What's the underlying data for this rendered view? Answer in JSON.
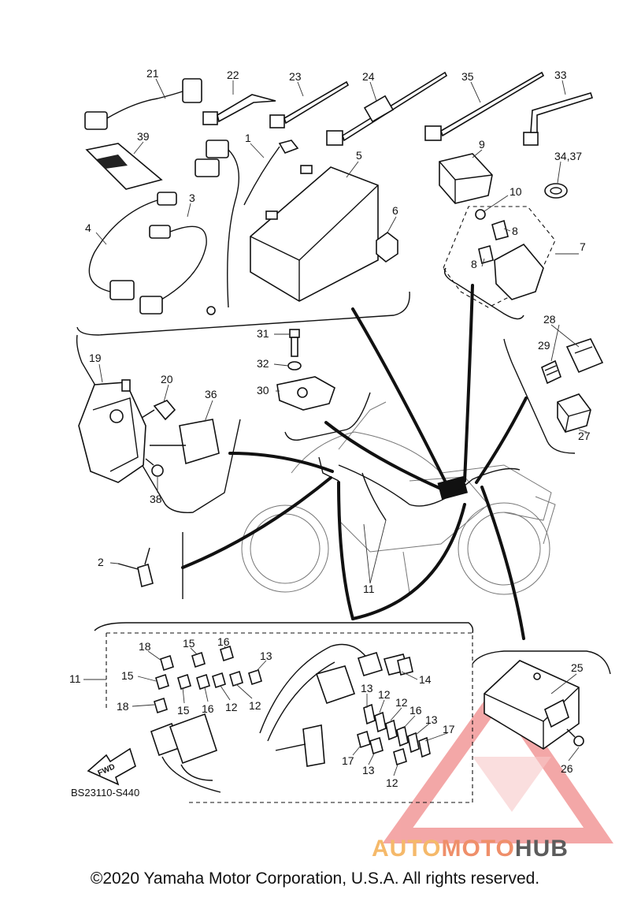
{
  "diagram": {
    "reference_code": "BS23110-S440",
    "fwd_label": "FWD",
    "copyright": "©2020 Yamaha Motor Corporation, U.S.A. All rights reserved.",
    "watermark": {
      "part1": "AUTO",
      "part2": "MOTO",
      "part3": "HUB"
    },
    "colors": {
      "watermark_triangle": "#f08a8a",
      "watermark_orange": "#f5b96a",
      "watermark_coral": "#ef8f6a",
      "watermark_gray": "#5c5c5c"
    },
    "labels": {
      "n21": "21",
      "n22": "22",
      "n23": "23",
      "n24": "24",
      "n35": "35",
      "n33": "33",
      "n39": "39",
      "n1": "1",
      "n5": "5",
      "n9": "9",
      "n34_37": "34,37",
      "n10": "10",
      "n3": "3",
      "n6": "6",
      "n8a": "8",
      "n4": "4",
      "n7": "7",
      "n8b": "8",
      "n28": "28",
      "n31": "31",
      "n29": "29",
      "n19": "19",
      "n32": "32",
      "n20": "20",
      "n36": "36",
      "n30": "30",
      "n27": "27",
      "n38": "38",
      "n2": "2",
      "n11a": "11",
      "n18a": "18",
      "n15a": "15",
      "n16a": "16",
      "n13a": "13",
      "n11b": "11",
      "n15b": "15",
      "n14": "14",
      "n13b": "13",
      "n12a": "12",
      "n12b": "12",
      "n15c": "15",
      "n16b": "16",
      "n12c": "12",
      "n12d": "12",
      "n18b": "18",
      "n16c": "16",
      "n13c": "13",
      "n17a": "17",
      "n25": "25",
      "n17b": "17",
      "n13d": "13",
      "n12e": "12",
      "n26": "26"
    }
  }
}
